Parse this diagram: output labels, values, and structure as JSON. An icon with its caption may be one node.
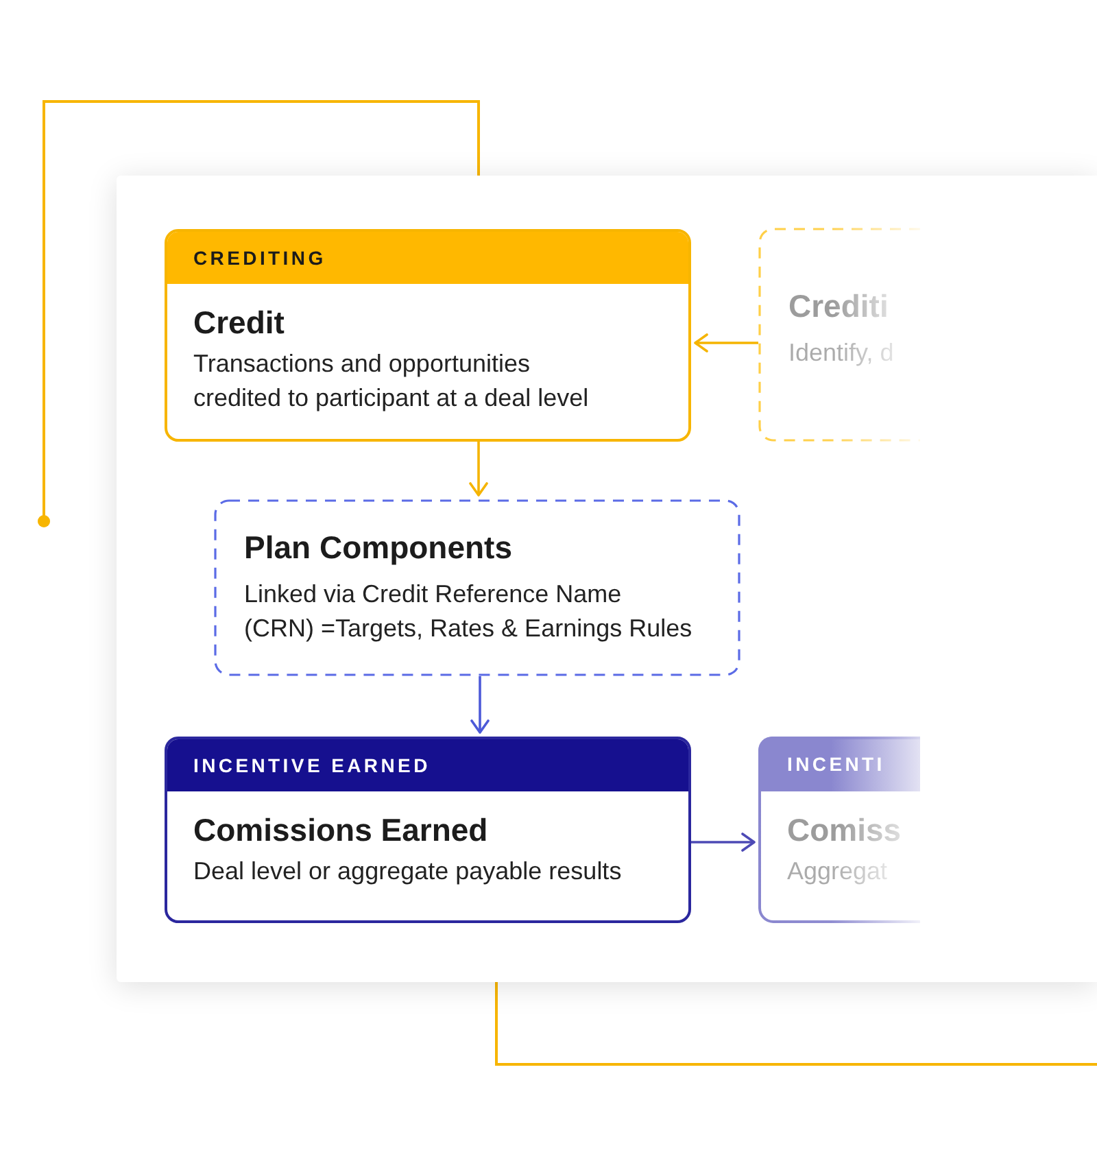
{
  "diagram": {
    "nodes": [
      {
        "text": [
          "CREDITING",
          "Credit",
          "Transactions and opportunities credited to participant at a deal level"
        ]
      },
      {
        "text": [
          "Crediti",
          "Identify, d"
        ]
      },
      {
        "text": [
          "Plan Components",
          "Linked via Credit Reference Name (CRN) =Targets, Rates & Earnings Rules"
        ]
      },
      {
        "text": [
          "INCENTIVE EARNED",
          "Comissions Earned",
          "Deal level or aggregate payable results"
        ]
      },
      {
        "text": [
          "INCENTI",
          "Comiss",
          "Aggregat"
        ]
      }
    ],
    "edges": [
      {
        "from": 1,
        "to": 0,
        "arrow": "to",
        "color": "#f5b400"
      },
      {
        "from": 0,
        "to": 2,
        "arrow": "to",
        "color": "#f5b400"
      },
      {
        "from": 2,
        "to": 3,
        "arrow": "to",
        "color": "#4c5ad8"
      },
      {
        "from": 3,
        "to": 4,
        "arrow": "to",
        "color": "#4d4ab5"
      }
    ]
  }
}
